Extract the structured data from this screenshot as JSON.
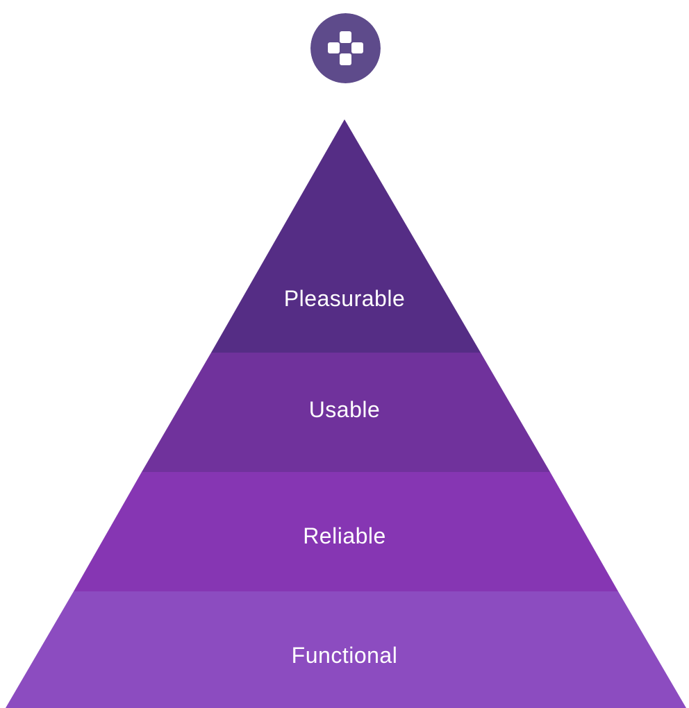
{
  "logo": {
    "icon": "plus-blocks-icon",
    "color": "#5e4b8b"
  },
  "pyramid": {
    "tiers": [
      {
        "label": "Pleasurable",
        "color": "#552d85"
      },
      {
        "label": "Usable",
        "color": "#70329c"
      },
      {
        "label": "Reliable",
        "color": "#8636b3"
      },
      {
        "label": "Functional",
        "color": "#8c4cc0"
      }
    ]
  }
}
